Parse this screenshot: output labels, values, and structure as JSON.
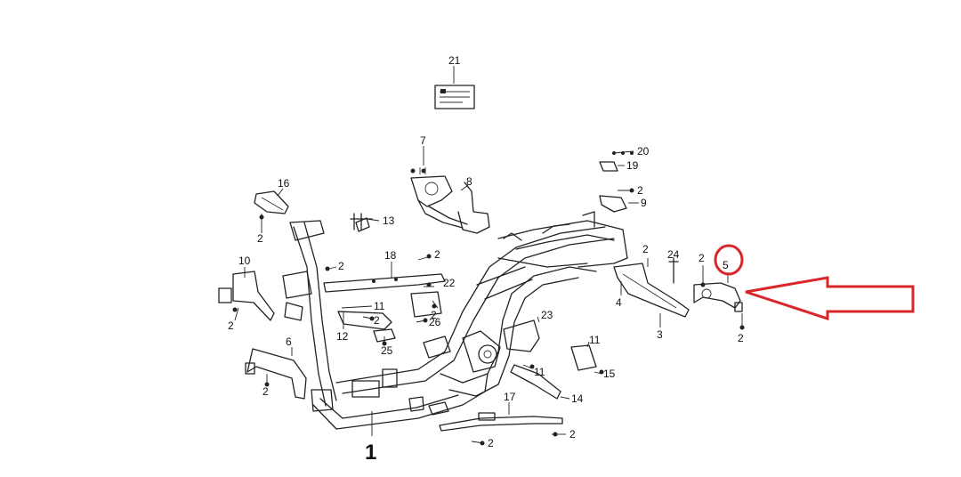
{
  "diagram": {
    "part_numbers": {
      "p1": "1",
      "p2": "2",
      "p3": "3",
      "p4": "4",
      "p5": "5",
      "p6": "6",
      "p7": "7",
      "p8": "8",
      "p9": "9",
      "p10": "10",
      "p11": "11",
      "p12": "12",
      "p13": "13",
      "p14": "14",
      "p15": "15",
      "p16": "16",
      "p17": "17",
      "p18": "18",
      "p19": "19",
      "p20": "20",
      "p21": "21",
      "p22": "22",
      "p23": "23",
      "p24": "24",
      "p25": "25",
      "p26": "26"
    },
    "highlight_color": "#d9262b",
    "highlighted_part": "5"
  }
}
